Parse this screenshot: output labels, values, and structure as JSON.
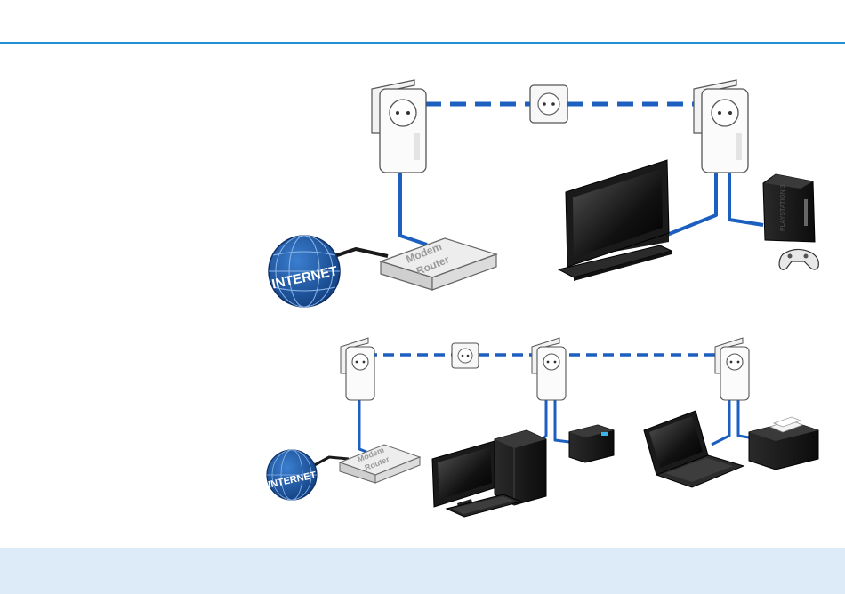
{
  "header": {
    "rule_color": "#1f8fd6"
  },
  "footer": {
    "band_color": "#dcebf7"
  },
  "colors": {
    "powerline": "#1c5fbf",
    "cable": "#1c5fbf",
    "globe": "#1f5fa8",
    "router_body": "#e8e8e8"
  },
  "diagram_top": {
    "globe_label": "INTERNET",
    "router_label_line1": "Modem",
    "router_label_line2": "Router",
    "devices": [
      "internet-globe-icon",
      "modem-router-icon",
      "powerline-adapter-icon",
      "wall-socket-icon",
      "powerline-adapter-icon",
      "television-icon",
      "game-console-icon",
      "gamepad-icon"
    ]
  },
  "diagram_bottom": {
    "globe_label": "INTERNET",
    "router_label_line1": "Modem",
    "router_label_line2": "Router",
    "devices": [
      "internet-globe-icon",
      "modem-router-icon",
      "powerline-adapter-icon",
      "wall-socket-icon",
      "powerline-adapter-icon",
      "powerline-adapter-icon",
      "desktop-pc-icon",
      "monitor-icon",
      "keyboard-icon",
      "network-storage-icon",
      "laptop-icon",
      "printer-icon"
    ]
  }
}
